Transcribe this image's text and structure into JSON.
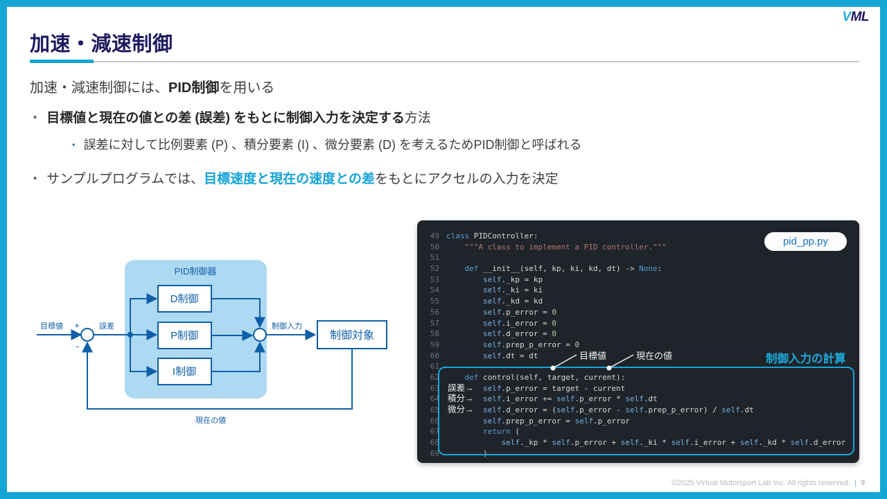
{
  "header": {
    "title": "加速・減速制御"
  },
  "logo": {
    "v": "V",
    "ml": "ML"
  },
  "intro_segments": [
    {
      "style": "plain",
      "text": "加速・減速制御には、"
    },
    {
      "style": "bold",
      "text": "PID制御"
    },
    {
      "style": "plain",
      "text": "を用いる"
    }
  ],
  "bullet1_segments": [
    {
      "style": "bold",
      "text": "目標値と現在の値との差 (誤差) をもとに制御入力を決定する"
    },
    {
      "style": "plain",
      "text": "方法"
    }
  ],
  "sub_bullet_segments": [
    {
      "style": "plain",
      "text": "誤差に対して比例要素 (P) 、積分要素 (I) 、微分要素 (D) を考えるためPID制御と呼ばれる"
    }
  ],
  "bullet2_segments": [
    {
      "style": "plain",
      "text": "サンプルプログラムでは、"
    },
    {
      "style": "cyanbold",
      "text": "目標速度と現在の速度との差"
    },
    {
      "style": "plain",
      "text": "をもとにアクセルの入力を決定"
    }
  ],
  "bullet_glyph": "•",
  "diagram": {
    "controller_label": "PID制御器",
    "blocks": {
      "d": "D制御",
      "p": "P制御",
      "i": "I制御",
      "plant": "制御対象"
    },
    "labels": {
      "input": "目標値",
      "plus": "+",
      "minus": "-",
      "error": "誤差",
      "output": "制御入力",
      "feedback": "現在の値"
    },
    "colors": {
      "stroke": "#0f5fa8",
      "fill": "#aed9f2"
    }
  },
  "code_panel": {
    "filename": "pid_pp.py",
    "caption": "制御入力の計算",
    "annotations": {
      "target": "目標値",
      "current": "現在の値"
    },
    "accent": "#14a8dc",
    "lines": [
      {
        "n": 49,
        "tokens": [
          [
            "kw",
            "class"
          ],
          [
            "pl",
            " PIDController:"
          ]
        ]
      },
      {
        "n": 50,
        "tokens": [
          [
            "str",
            "    \"\"\"A class to implement a PID controller.\"\"\""
          ]
        ]
      },
      {
        "n": 51,
        "tokens": []
      },
      {
        "n": 52,
        "tokens": [
          [
            "pl",
            "    "
          ],
          [
            "kw",
            "def"
          ],
          [
            "pl",
            " __init__(self, kp, ki, kd, dt) -> "
          ],
          [
            "kw",
            "None"
          ],
          [
            "pl",
            ":"
          ]
        ]
      },
      {
        "n": 53,
        "tokens": [
          [
            "pl",
            "        "
          ],
          [
            "self",
            "self"
          ],
          [
            "pl",
            "._kp = kp"
          ]
        ]
      },
      {
        "n": 54,
        "tokens": [
          [
            "pl",
            "        "
          ],
          [
            "self",
            "self"
          ],
          [
            "pl",
            "._ki = ki"
          ]
        ]
      },
      {
        "n": 55,
        "tokens": [
          [
            "pl",
            "        "
          ],
          [
            "self",
            "self"
          ],
          [
            "pl",
            "._kd = kd"
          ]
        ]
      },
      {
        "n": 56,
        "tokens": [
          [
            "pl",
            "        "
          ],
          [
            "self",
            "self"
          ],
          [
            "pl",
            ".p_error = "
          ],
          [
            "num",
            "0"
          ]
        ]
      },
      {
        "n": 57,
        "tokens": [
          [
            "pl",
            "        "
          ],
          [
            "self",
            "self"
          ],
          [
            "pl",
            ".i_error = "
          ],
          [
            "num",
            "0"
          ]
        ]
      },
      {
        "n": 58,
        "tokens": [
          [
            "pl",
            "        "
          ],
          [
            "self",
            "self"
          ],
          [
            "pl",
            ".d_error = "
          ],
          [
            "num",
            "0"
          ]
        ]
      },
      {
        "n": 59,
        "tokens": [
          [
            "pl",
            "        "
          ],
          [
            "self",
            "self"
          ],
          [
            "pl",
            ".prep_p_error = "
          ],
          [
            "num",
            "0"
          ]
        ]
      },
      {
        "n": 60,
        "tokens": [
          [
            "pl",
            "        "
          ],
          [
            "self",
            "self"
          ],
          [
            "pl",
            ".dt = dt"
          ]
        ]
      },
      {
        "n": 61,
        "tokens": []
      },
      {
        "n": 62,
        "tokens": [
          [
            "pl",
            "    "
          ],
          [
            "kw",
            "def"
          ],
          [
            "pl",
            " control(self, target, current):"
          ]
        ]
      },
      {
        "n": 63,
        "label": "誤差→",
        "tokens": [
          [
            "pl",
            "        "
          ],
          [
            "self",
            "self"
          ],
          [
            "pl",
            ".p_error = target - current"
          ]
        ]
      },
      {
        "n": 64,
        "label": "積分→",
        "tokens": [
          [
            "pl",
            "        "
          ],
          [
            "self",
            "self"
          ],
          [
            "pl",
            ".i_error += "
          ],
          [
            "self",
            "self"
          ],
          [
            "pl",
            ".p_error * "
          ],
          [
            "self",
            "self"
          ],
          [
            "pl",
            ".dt"
          ]
        ]
      },
      {
        "n": 65,
        "label": "微分→",
        "tokens": [
          [
            "pl",
            "        "
          ],
          [
            "self",
            "self"
          ],
          [
            "pl",
            ".d_error = ("
          ],
          [
            "self",
            "self"
          ],
          [
            "pl",
            ".p_error - "
          ],
          [
            "self",
            "self"
          ],
          [
            "pl",
            ".prep_p_error) / "
          ],
          [
            "self",
            "self"
          ],
          [
            "pl",
            ".dt"
          ]
        ]
      },
      {
        "n": 66,
        "tokens": [
          [
            "pl",
            "        "
          ],
          [
            "self",
            "self"
          ],
          [
            "pl",
            ".prep_p_error = "
          ],
          [
            "self",
            "self"
          ],
          [
            "pl",
            ".p_error"
          ]
        ]
      },
      {
        "n": 67,
        "tokens": [
          [
            "pl",
            "        "
          ],
          [
            "kw",
            "return"
          ],
          [
            "pl",
            " ("
          ]
        ]
      },
      {
        "n": 68,
        "tokens": [
          [
            "pl",
            "            "
          ],
          [
            "self",
            "self"
          ],
          [
            "pl",
            "._kp * "
          ],
          [
            "self",
            "self"
          ],
          [
            "pl",
            ".p_error + "
          ],
          [
            "self",
            "self"
          ],
          [
            "pl",
            "._ki * "
          ],
          [
            "self",
            "self"
          ],
          [
            "pl",
            ".i_error + "
          ],
          [
            "self",
            "self"
          ],
          [
            "pl",
            "._kd * "
          ],
          [
            "self",
            "self"
          ],
          [
            "pl",
            ".d_error"
          ]
        ]
      },
      {
        "n": 69,
        "tokens": [
          [
            "pl",
            "        )"
          ]
        ]
      }
    ]
  },
  "footer": {
    "copyright": "©2025 Virtual Motorsport Lab Inc. All rights reserved.",
    "sep": "|",
    "page": "9"
  }
}
